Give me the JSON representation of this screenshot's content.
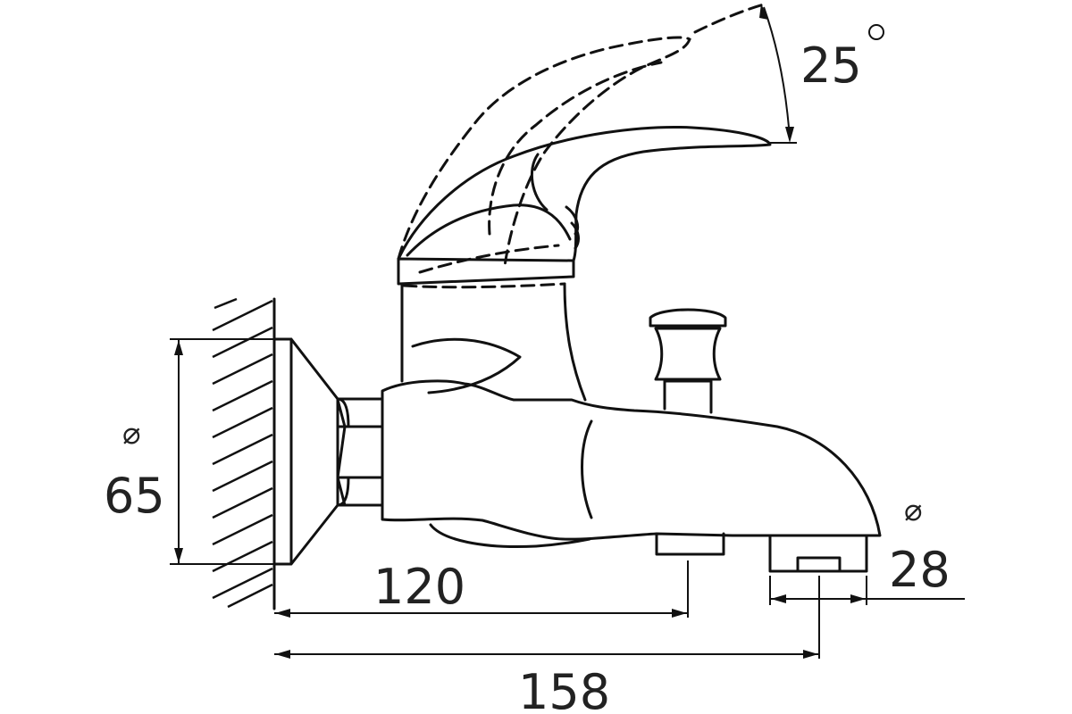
{
  "dimensions": {
    "angle": {
      "value": "25",
      "unit": "°"
    },
    "base_diameter": {
      "symbol": "⌀",
      "value": "65"
    },
    "outlet_diameter": {
      "symbol": "⌀",
      "value": "28"
    },
    "projection_to_diverter": "120",
    "projection_to_spout": "158"
  }
}
